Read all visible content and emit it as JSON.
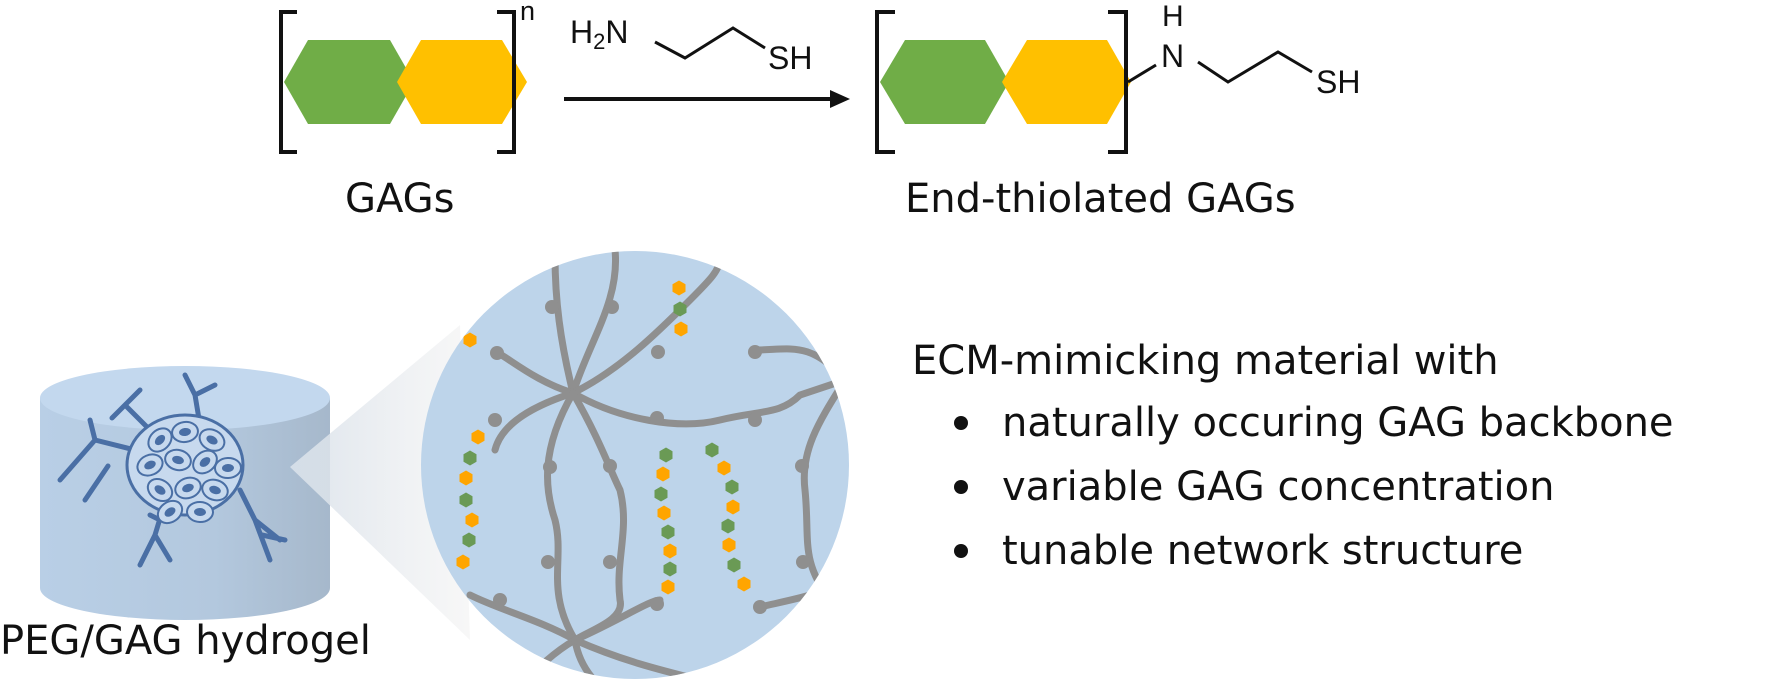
{
  "figure": {
    "reaction": {
      "reactant_label": "GAGs",
      "product_label": "End-thiolated GAGs",
      "repeat_subscript": "n",
      "reagent": {
        "left_group": "H",
        "left_subscript": "2",
        "left_atom": "N",
        "right_group": "SH"
      },
      "product_amine_h": "H",
      "product_amine_n": "N",
      "product_thiol": "SH",
      "arrow_icon": "reaction-arrow-icon"
    },
    "hydrogel": {
      "label": "PEG/GAG hydrogel",
      "icon": "cell-spheroid-icon"
    },
    "zoom_view": {
      "icon": "polymer-network-icon"
    },
    "properties": {
      "title": "ECM-mimicking material with",
      "items": [
        "naturally occuring GAG backbone",
        "variable GAG concentration",
        "tunable network structure"
      ]
    },
    "colors": {
      "green_unit": "#70ad47",
      "yellow_unit": "#ffc000",
      "network_green": "#6a9a55",
      "network_orange": "#ffa500",
      "peg_gray": "#8f8f8f",
      "gel_blue": "#bdd4ea",
      "cell_blue": "#4a6fa5"
    }
  }
}
